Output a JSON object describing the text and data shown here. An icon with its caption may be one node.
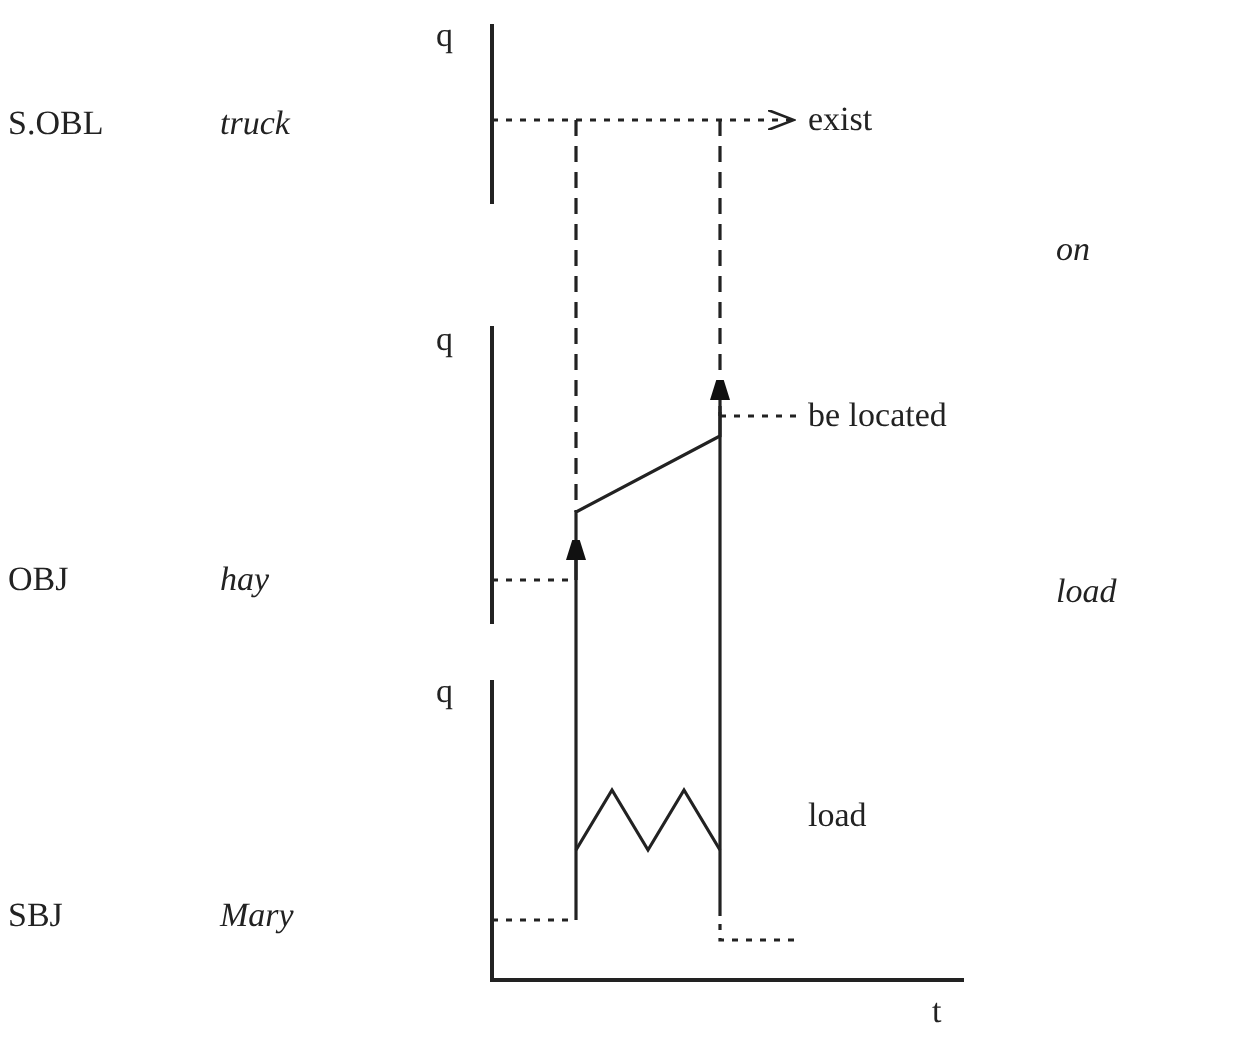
{
  "diagram": {
    "labels": [
      "q",
      "S.OBL",
      "truck",
      "exist",
      "on",
      "q",
      "be located",
      "OBJ",
      "hay",
      "load",
      "q",
      "load",
      "SBJ",
      "Mary",
      "t"
    ]
  }
}
